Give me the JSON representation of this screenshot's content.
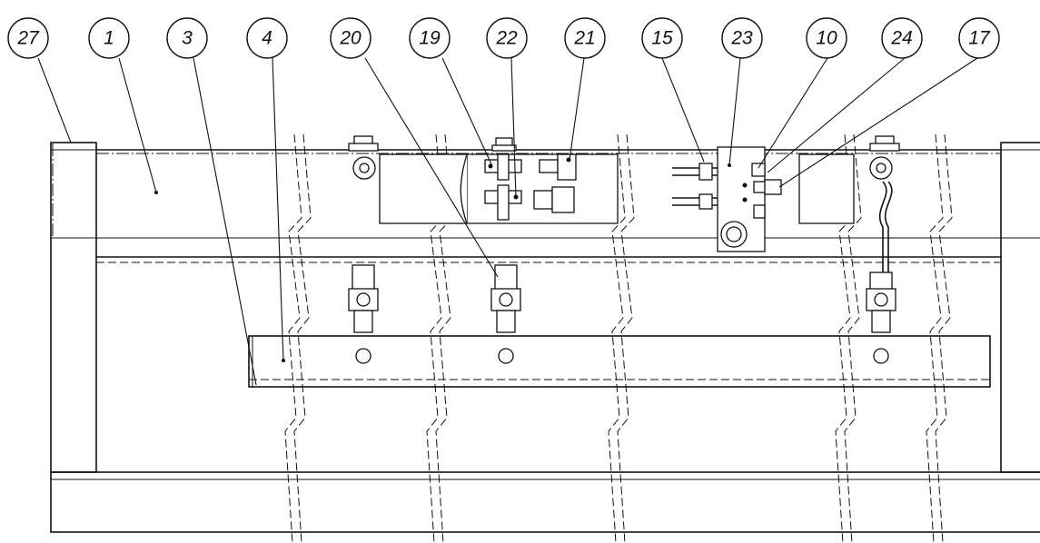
{
  "callouts": [
    {
      "id": "c27",
      "label": "27"
    },
    {
      "id": "c1",
      "label": "1"
    },
    {
      "id": "c3",
      "label": "3"
    },
    {
      "id": "c4",
      "label": "4"
    },
    {
      "id": "c20",
      "label": "20"
    },
    {
      "id": "c19",
      "label": "19"
    },
    {
      "id": "c22",
      "label": "22"
    },
    {
      "id": "c21",
      "label": "21"
    },
    {
      "id": "c15",
      "label": "15"
    },
    {
      "id": "c23",
      "label": "23"
    },
    {
      "id": "c10",
      "label": "10"
    },
    {
      "id": "c24",
      "label": "24"
    },
    {
      "id": "c17",
      "label": "17"
    }
  ]
}
